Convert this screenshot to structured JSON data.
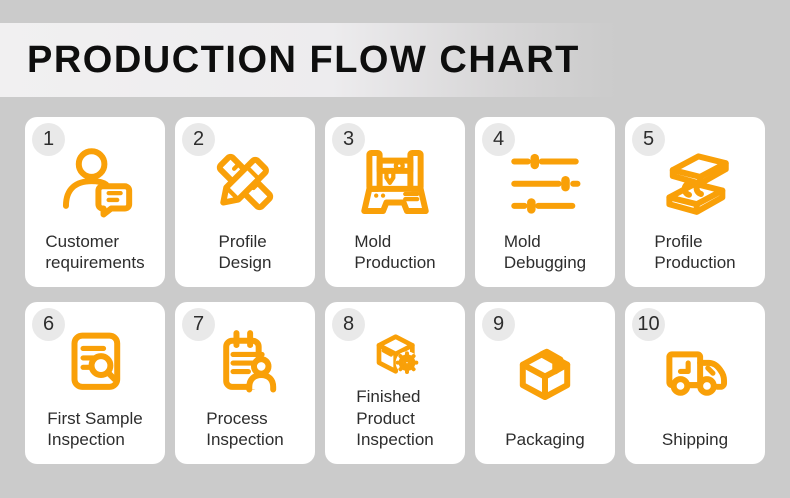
{
  "header": {
    "title": "PRODUCTION FLOW CHART"
  },
  "steps": [
    {
      "number": "1",
      "label": "Customer\nrequirements",
      "icon": "customer-requirements-icon"
    },
    {
      "number": "2",
      "label": "Profile\nDesign",
      "icon": "profile-design-icon"
    },
    {
      "number": "3",
      "label": "Mold\nProduction",
      "icon": "mold-production-icon"
    },
    {
      "number": "4",
      "label": "Mold\nDebugging",
      "icon": "mold-debugging-icon"
    },
    {
      "number": "5",
      "label": "Profile\nProduction",
      "icon": "profile-production-icon"
    },
    {
      "number": "6",
      "label": "First Sample\nInspection",
      "icon": "first-sample-inspection-icon"
    },
    {
      "number": "7",
      "label": "Process\nInspection",
      "icon": "process-inspection-icon"
    },
    {
      "number": "8",
      "label": "Finished\nProduct\nInspection",
      "icon": "finished-product-inspection-icon"
    },
    {
      "number": "9",
      "label": "Packaging",
      "icon": "packaging-icon"
    },
    {
      "number": "10",
      "label": "Shipping",
      "icon": "shipping-icon"
    }
  ],
  "colors": {
    "accent": "#F9A008",
    "background": "#CBCBCB",
    "card": "#FFFFFF",
    "badge": "#E9E9E9",
    "label_text": "#2D2D2D",
    "title_text": "#0E0E0E",
    "band_light": "#F1F0F1"
  }
}
